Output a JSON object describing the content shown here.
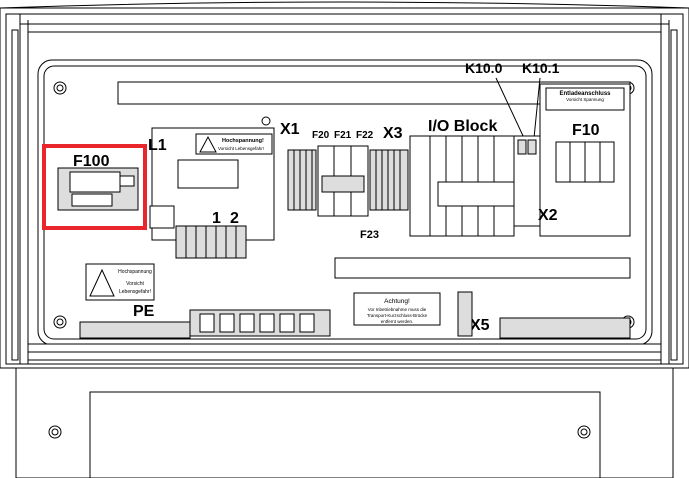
{
  "labels": {
    "f100": "F100",
    "l1": "L1",
    "x1": "X1",
    "f20": "F20",
    "f21": "F21",
    "f22": "F22",
    "x3": "X3",
    "io_block": "I/O Block",
    "k10_0": "K10.0",
    "k10_1": "K10.1",
    "f10": "F10",
    "x2": "X2",
    "f23": "F23",
    "terminal_1": "1",
    "terminal_2": "2",
    "pe": "PE",
    "x5": "X5"
  },
  "warnings": {
    "high_voltage_small": {
      "line1": "Hochspannung!",
      "line2": "Vorsicht Lebensgefahr!"
    },
    "high_voltage_panel": {
      "line1": "Hochspannung",
      "line2": "Vorsicht",
      "line3": "Lebensgefahr!"
    },
    "discharge": {
      "line1": "Entladeanschluss",
      "line2": "Vorsicht Spannung"
    },
    "attention": {
      "title": "Achtung!",
      "line1": "Vor Inbetriebnahme muss die",
      "line2": "Transport-Kurzschluss-Brücke",
      "line3": "entfernt werden."
    }
  },
  "highlight_color": "#e8262b"
}
